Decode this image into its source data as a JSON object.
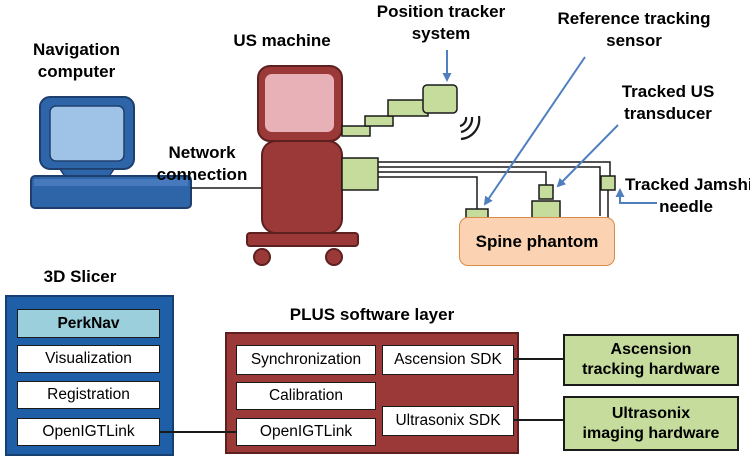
{
  "top": {
    "navigation_computer": {
      "line1": "Navigation",
      "line2": "computer"
    },
    "us_machine": "US machine",
    "position_tracker": {
      "line1": "Position tracker",
      "line2": "system"
    },
    "reference_sensor": {
      "line1": "Reference tracking",
      "line2": "sensor"
    },
    "tracked_transducer": {
      "line1": "Tracked US",
      "line2": "transducer"
    },
    "network_connection": {
      "line1": "Network",
      "line2": "connection"
    },
    "tracked_needle": {
      "line1": "Tracked Jamshidi",
      "line2": "needle"
    },
    "spine_phantom": "Spine phantom"
  },
  "slicer": {
    "title": "3D Slicer",
    "modules": [
      "PerkNav",
      "Visualization",
      "Registration",
      "OpenIGTLink"
    ]
  },
  "plus": {
    "title": "PLUS software layer",
    "modules": [
      "Synchronization",
      "Calibration",
      "OpenIGTLink",
      "Ascension SDK",
      "Ultrasonix SDK"
    ]
  },
  "hardware": [
    {
      "line1": "Ascension",
      "line2": "tracking hardware"
    },
    {
      "line1": "Ultrasonix",
      "line2": "imaging hardware"
    }
  ],
  "colors": {
    "slicer_fill": "#1e5fa8",
    "plus_fill": "#9b3939",
    "us_machine_fill": "#9b3939",
    "hardware_fill": "#c5dc9c",
    "perknav_fill": "#9ccfdc",
    "phantom_fill": "#fbd3b2",
    "arrow_color": "#4f7fbf"
  }
}
